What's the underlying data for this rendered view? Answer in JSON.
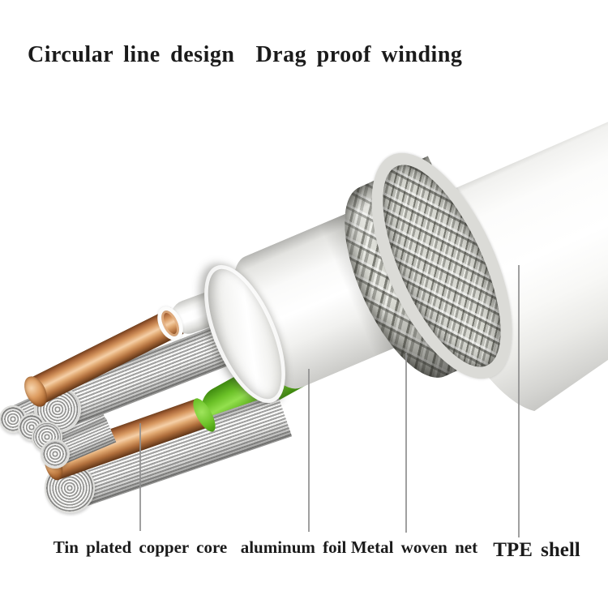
{
  "title": {
    "phrase1": "Circular line design",
    "phrase2": "Drag proof winding"
  },
  "diagram": {
    "labels": [
      {
        "name": "tin-plated-copper-core",
        "text": "Tin plated copper core"
      },
      {
        "name": "aluminum-foil",
        "text": "aluminum foil"
      },
      {
        "name": "metal-woven-net",
        "text": "Metal woven net"
      },
      {
        "name": "tpe-shell",
        "text": "TPE shell"
      }
    ]
  },
  "colors": {
    "background_color": "#ffffff",
    "text_color": "#1b1b1b",
    "leader_line_color": "#8f8f8f",
    "copper_color": "#cf8a4e",
    "green_wire_color": "#6cc228",
    "braid_silver_color": "#b8b9b2",
    "shell_white_color": "#f6f6f4",
    "foil_white_color": "#f3f3f1"
  }
}
